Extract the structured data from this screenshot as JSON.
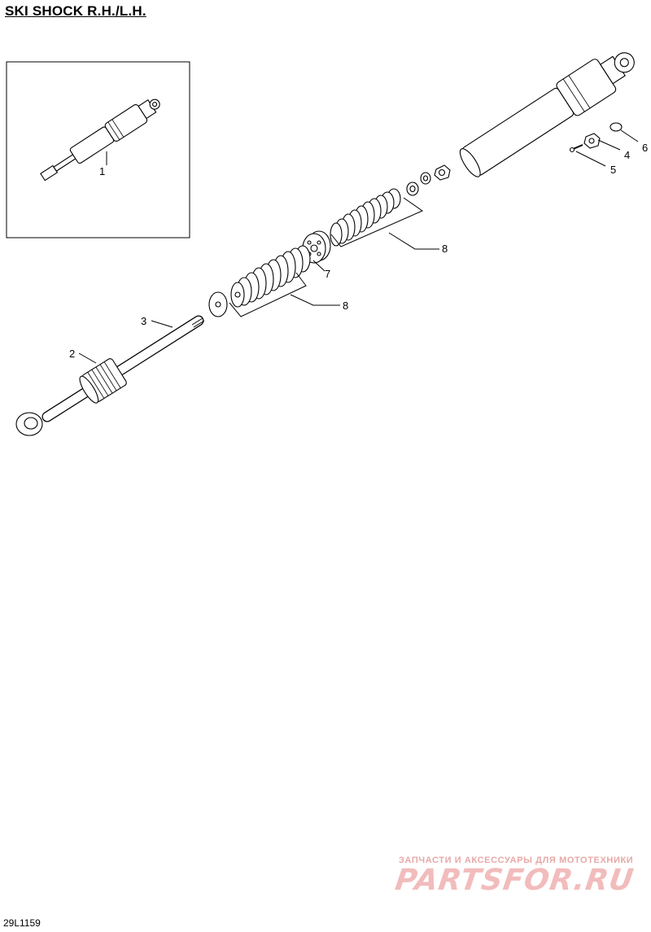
{
  "title": "SKI SHOCK R.H./L.H.",
  "reference_code": "29L1159",
  "callouts": {
    "c1": "1",
    "c2": "2",
    "c3": "3",
    "c4": "4",
    "c5": "5",
    "c6": "6",
    "c7": "7",
    "c8a": "8",
    "c8b": "8"
  },
  "watermark": {
    "tagline": "ЗАПЧАСТИ И АКСЕССУАРЫ ДЛЯ МОТОТЕХНИКИ",
    "logo": "PARTSFOR.RU"
  }
}
